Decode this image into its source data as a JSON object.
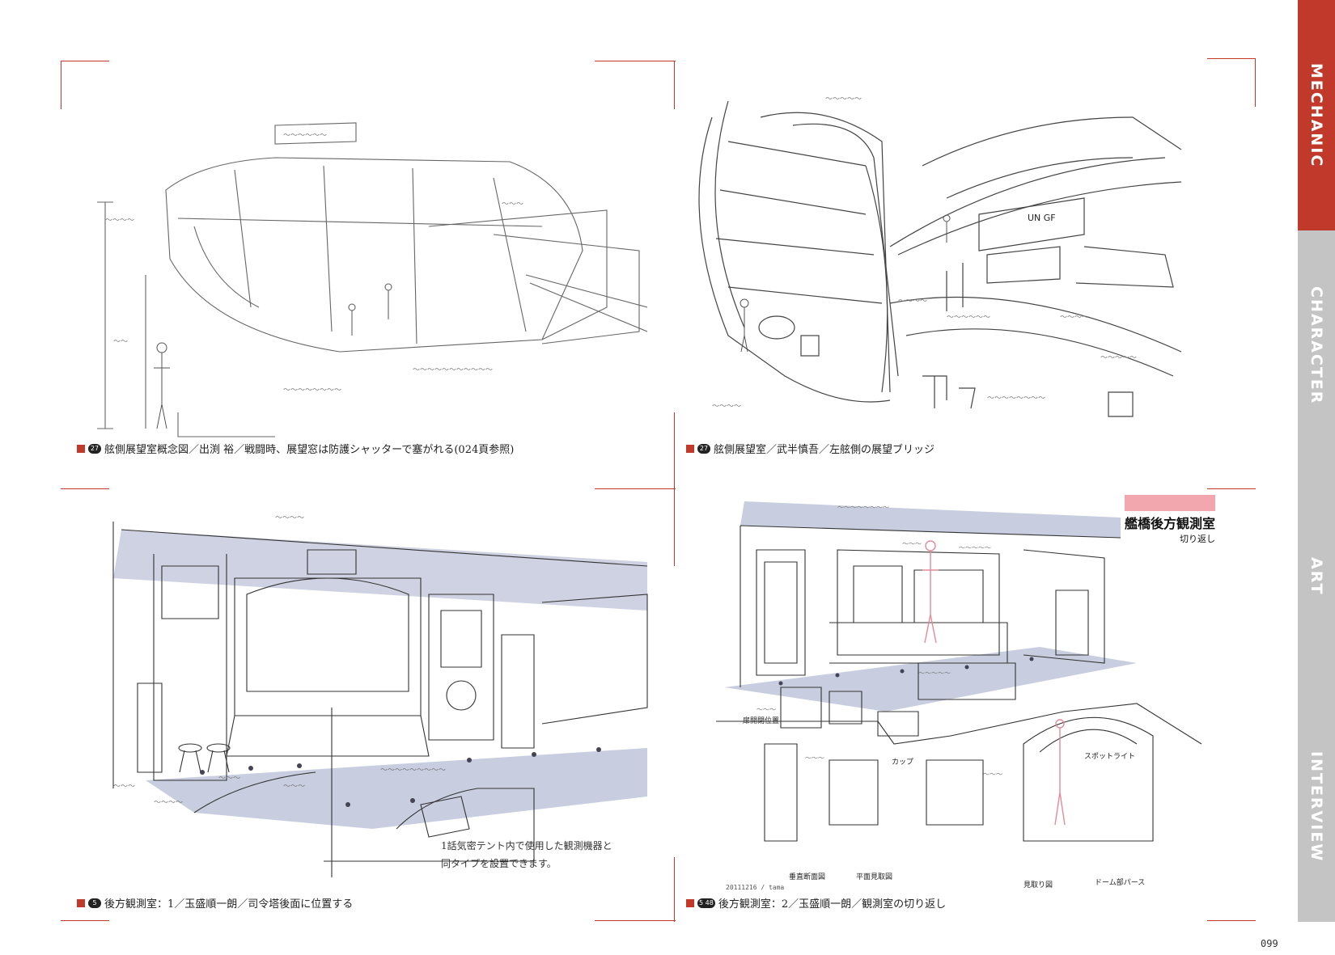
{
  "side_tabs": [
    {
      "label": "MECHANIC",
      "active": true
    },
    {
      "label": "CHARACTER",
      "active": false
    },
    {
      "label": "ART",
      "active": false
    },
    {
      "label": "INTERVIEW",
      "active": false
    }
  ],
  "page_number": "099",
  "colors": {
    "accent": "#c0392b",
    "tab_inactive": "#c4c4c4",
    "title_bar": "#f2a6ae",
    "floor_tint": "#c9cde0"
  },
  "captions": {
    "top_left": {
      "number": "27",
      "text": "舷側展望室概念図／出渕 裕／戦闘時、展望窓は防護シャッターで塞がれる(024頁参照)"
    },
    "top_right": {
      "number": "27",
      "text": "舷側展望室／武半慎吾／左舷側の展望ブリッジ"
    },
    "bottom_left": {
      "number": "5",
      "text": "後方観測室：1／玉盛順一朗／司令塔後面に位置する"
    },
    "bottom_right": {
      "number": "5 48",
      "text": "後方観測室：2／玉盛順一朗／観測室の切り返し"
    }
  },
  "bottom_left_note": {
    "line1": "1話気密テント内で使用した観測機器と",
    "line2": "同タイプを設置できます。"
  },
  "bottom_right_title": {
    "title": "艦橋後方観測室",
    "subtitle": "切り返し"
  },
  "bottom_right_labels": {
    "vertical_section": "垂直断面図",
    "plan": "平面見取図",
    "layout": "見取り図",
    "dome": "ドーム部パース",
    "spotlight": "スポットライト",
    "door": "扉開閉位置",
    "cup": "カップ",
    "date": "20111216 / tama"
  },
  "top_right_labels": {
    "emblem": "UN  GF"
  }
}
